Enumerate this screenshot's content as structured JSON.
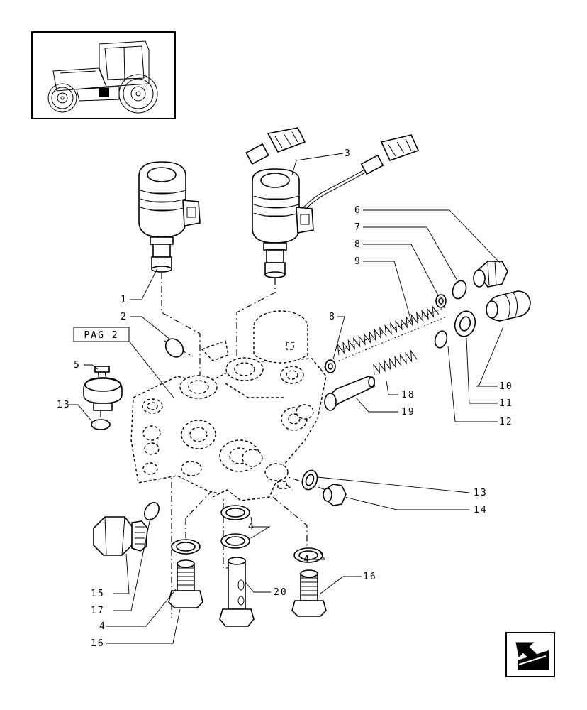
{
  "reference_box": {
    "text": "PAG 2"
  },
  "callouts": [
    {
      "id": "c1",
      "text": "1"
    },
    {
      "id": "c2",
      "text": "2"
    },
    {
      "id": "c3",
      "text": "3"
    },
    {
      "id": "c4a",
      "text": "4"
    },
    {
      "id": "c4b",
      "text": "4"
    },
    {
      "id": "c4c",
      "text": "4"
    },
    {
      "id": "c5",
      "text": "5"
    },
    {
      "id": "c6",
      "text": "6"
    },
    {
      "id": "c7",
      "text": "7"
    },
    {
      "id": "c8a",
      "text": "8"
    },
    {
      "id": "c8b",
      "text": "8"
    },
    {
      "id": "c9",
      "text": "9"
    },
    {
      "id": "c10",
      "text": "10"
    },
    {
      "id": "c11",
      "text": "11"
    },
    {
      "id": "c12",
      "text": "12"
    },
    {
      "id": "c13a",
      "text": "13"
    },
    {
      "id": "c13b",
      "text": "13"
    },
    {
      "id": "c14",
      "text": "14"
    },
    {
      "id": "c15",
      "text": "15"
    },
    {
      "id": "c16a",
      "text": "16"
    },
    {
      "id": "c16b",
      "text": "16"
    },
    {
      "id": "c17",
      "text": "17"
    },
    {
      "id": "c18",
      "text": "18"
    },
    {
      "id": "c19",
      "text": "19"
    },
    {
      "id": "c20",
      "text": "20"
    }
  ],
  "icons": {
    "thumbnail": "tractor-thumbnail-icon",
    "navigation": "previous-page-arrow-icon"
  },
  "colors": {
    "line": "#000000",
    "background": "#ffffff"
  }
}
